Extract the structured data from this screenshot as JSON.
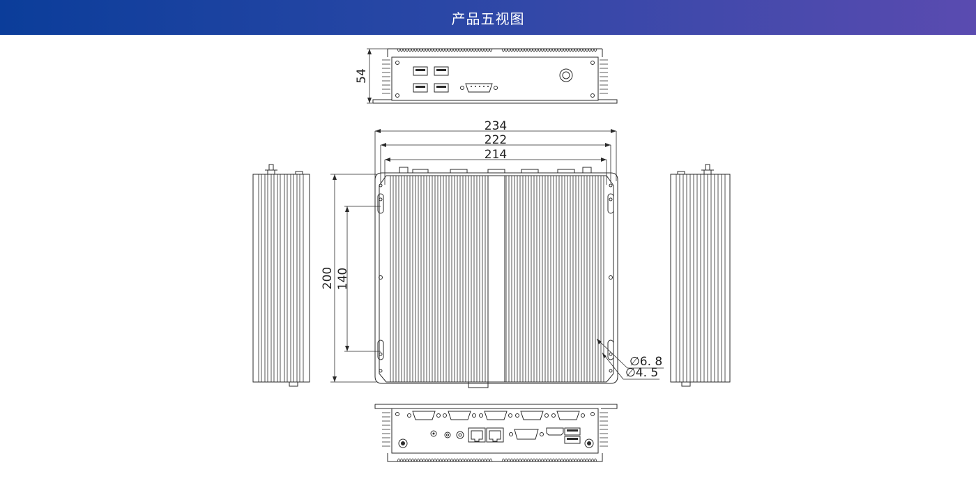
{
  "header": {
    "title": "产品五视图"
  },
  "dimensions": {
    "height_front": "54",
    "width_overall": "234",
    "width_mid": "222",
    "width_inner": "214",
    "depth_overall": "200",
    "mount_spacing": "140",
    "hole_large": "∅6. 8",
    "hole_small": "∅4. 5"
  },
  "colors": {
    "header_start": "#0b3d9a",
    "header_end": "#5a4bb0",
    "line": "#2a2a2a"
  }
}
